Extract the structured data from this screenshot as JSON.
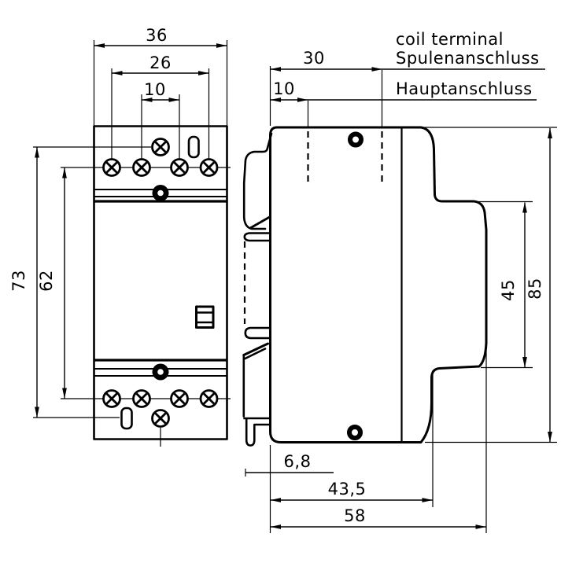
{
  "colors": {
    "line": "#000000",
    "background": "#ffffff"
  },
  "front_view": {
    "dim_width": "36",
    "dim_screw_span": "26",
    "dim_screw_pitch": "10",
    "dim_height": "73",
    "dim_screw_height": "62"
  },
  "side_view": {
    "dim_coil_terminal_offset": "30",
    "dim_main_terminal_offset": "10",
    "dim_front_height": "45",
    "dim_height": "85",
    "dim_clip_depth": "6,8",
    "dim_step_depth": "43,5",
    "dim_total_depth": "58",
    "label_coil_terminal_en": "coil terminal",
    "label_coil_terminal_de": "Spulenanschluss",
    "label_main_terminal_de": "Hauptanschluss"
  }
}
